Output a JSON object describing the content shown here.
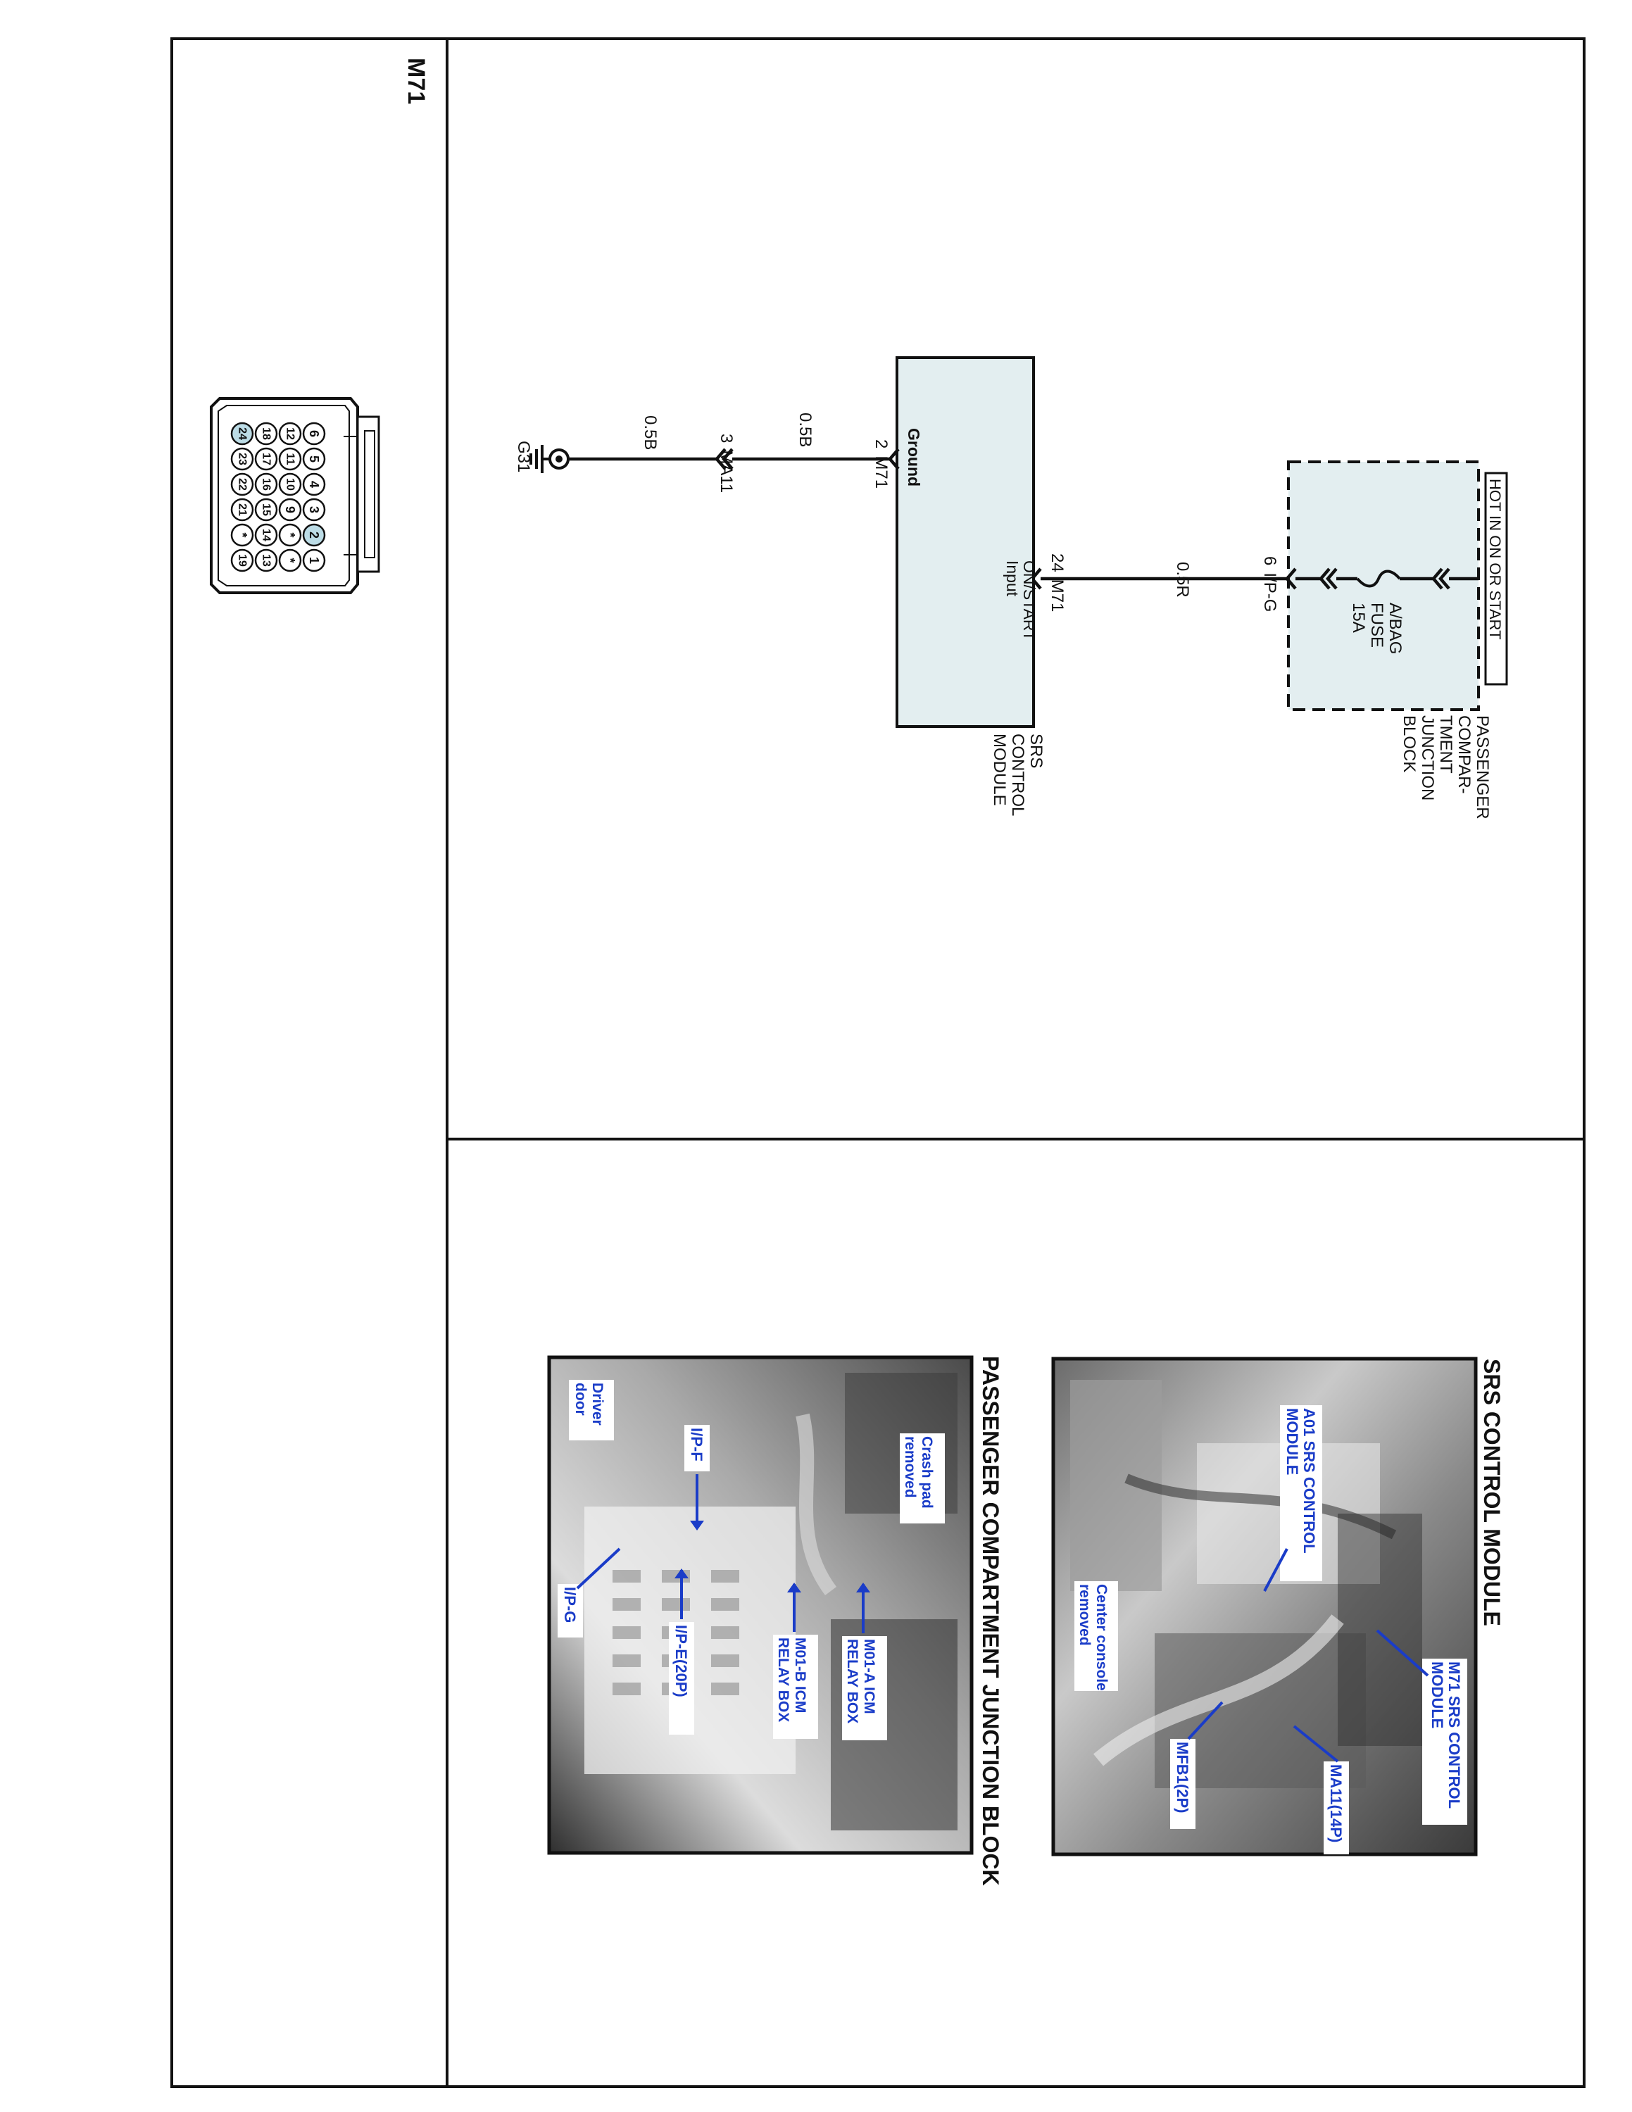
{
  "connector_panel": {
    "label": "M71",
    "pins": [
      "6",
      "5",
      "4",
      "3",
      "2",
      "1",
      "12",
      "11",
      "10",
      "9",
      "*",
      "*",
      "18",
      "17",
      "16",
      "15",
      "14",
      "13",
      "24",
      "23",
      "22",
      "21",
      "*",
      "19"
    ],
    "highlight_pins": [
      "2",
      "24"
    ],
    "highlight_color": "#bcdce6"
  },
  "schematic": {
    "supply_label": "HOT IN ON OR START",
    "junction_block": [
      "PASSENGER",
      "COMPAR-",
      "TMENT",
      "JUNCTION",
      "BLOCK"
    ],
    "fuse": [
      "A/BAG",
      "FUSE",
      "15A"
    ],
    "block_fill": "#e3eef0",
    "wires": {
      "supply_pin": "6",
      "supply_connector": "I/P-G",
      "supply_color": "0.5R",
      "input_pin": "24",
      "input_connector": "M71",
      "input_label": [
        "ON/START",
        "Input"
      ],
      "ground_pin": "2",
      "ground_connector": "M71",
      "ground_label": "Ground",
      "mid_color": "0.5B",
      "splice_pin": "3",
      "splice_connector": "MA11",
      "end_color": "0.5B",
      "ground_point": "G31"
    },
    "module": [
      "SRS",
      "CONTROL",
      "MODULE"
    ]
  },
  "photos": {
    "srs": {
      "title": "SRS CONTROL MODULE",
      "labels": {
        "a01": [
          "A01 SRS CONTROL",
          "MODULE"
        ],
        "m71": [
          "M71 SRS CONTROL",
          "MODULE"
        ],
        "console": [
          "Center console",
          "removed"
        ],
        "mfb1": "MFB1(2P)",
        "ma11": "MA11(14P)"
      }
    },
    "junction": {
      "title": "PASSENGER COMPARTMENT JUNCTION BLOCK",
      "labels": {
        "driver": [
          "Driver",
          "door"
        ],
        "ipf": "I/P-F",
        "crash": [
          "Crash pad",
          "removed"
        ],
        "m01a": [
          "M01-A ICM",
          "RELAY BOX"
        ],
        "m01b": [
          "M01-B ICM",
          "RELAY BOX"
        ],
        "ipe": "I/P-E(20P)",
        "ipg": "I/P-G"
      }
    }
  }
}
